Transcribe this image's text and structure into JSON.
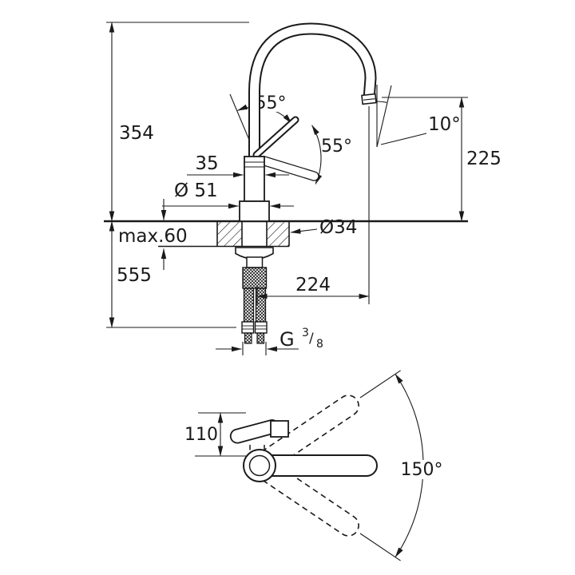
{
  "colors": {
    "line": "#1a1a1a",
    "background": "#ffffff"
  },
  "labels": {
    "height_above_counter": "354",
    "height_below_counter": "555",
    "lever_angle_open": "55°",
    "lever_angle_swing": "55°",
    "spout_tilt_angle": "10°",
    "spout_outlet_height": "225",
    "body_width": "35",
    "base_diameter": "Ø 51",
    "mounting_hole_diameter": "Ø34",
    "max_deck_thickness": "max.60",
    "spout_projection": "224",
    "thread": {
      "prefix": "G",
      "numerator": "3",
      "slash": "/",
      "denominator": "8"
    },
    "plan_body_depth": "110",
    "swivel_angle": "150°"
  }
}
